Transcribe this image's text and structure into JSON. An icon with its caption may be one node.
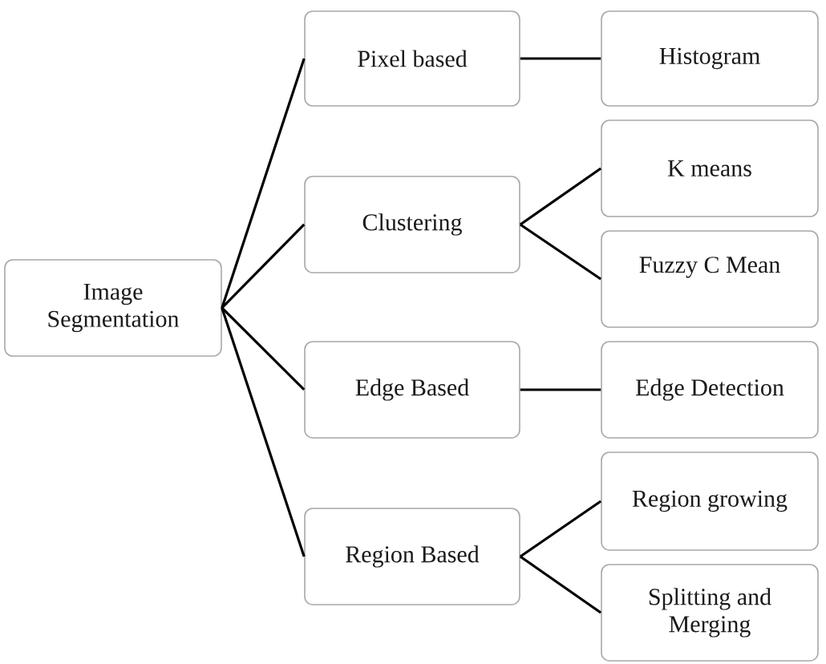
{
  "diagram": {
    "nodes": [
      {
        "text": [
          "Image Segmentation"
        ]
      },
      {
        "text": [
          "Pixel based"
        ]
      },
      {
        "text": [
          "Clustering"
        ]
      },
      {
        "text": [
          "Edge Based"
        ]
      },
      {
        "text": [
          "Region Based"
        ]
      },
      {
        "text": [
          "Histogram"
        ]
      },
      {
        "text": [
          "K means"
        ]
      },
      {
        "text": [
          "Fuzzy C Mean"
        ]
      },
      {
        "text": [
          "Edge Detection"
        ]
      },
      {
        "text": [
          "Region growing"
        ]
      },
      {
        "text": [
          "Splitting and Merging"
        ]
      }
    ],
    "edges": [
      {
        "from": 0,
        "to": 1,
        "arrow": "none"
      },
      {
        "from": 0,
        "to": 2,
        "arrow": "none"
      },
      {
        "from": 0,
        "to": 3,
        "arrow": "none"
      },
      {
        "from": 0,
        "to": 4,
        "arrow": "none"
      },
      {
        "from": 1,
        "to": 5,
        "arrow": "none"
      },
      {
        "from": 2,
        "to": 6,
        "arrow": "none"
      },
      {
        "from": 2,
        "to": 7,
        "arrow": "none"
      },
      {
        "from": 3,
        "to": 8,
        "arrow": "none"
      },
      {
        "from": 4,
        "to": 9,
        "arrow": "none"
      },
      {
        "from": 4,
        "to": 10,
        "arrow": "none"
      }
    ]
  }
}
